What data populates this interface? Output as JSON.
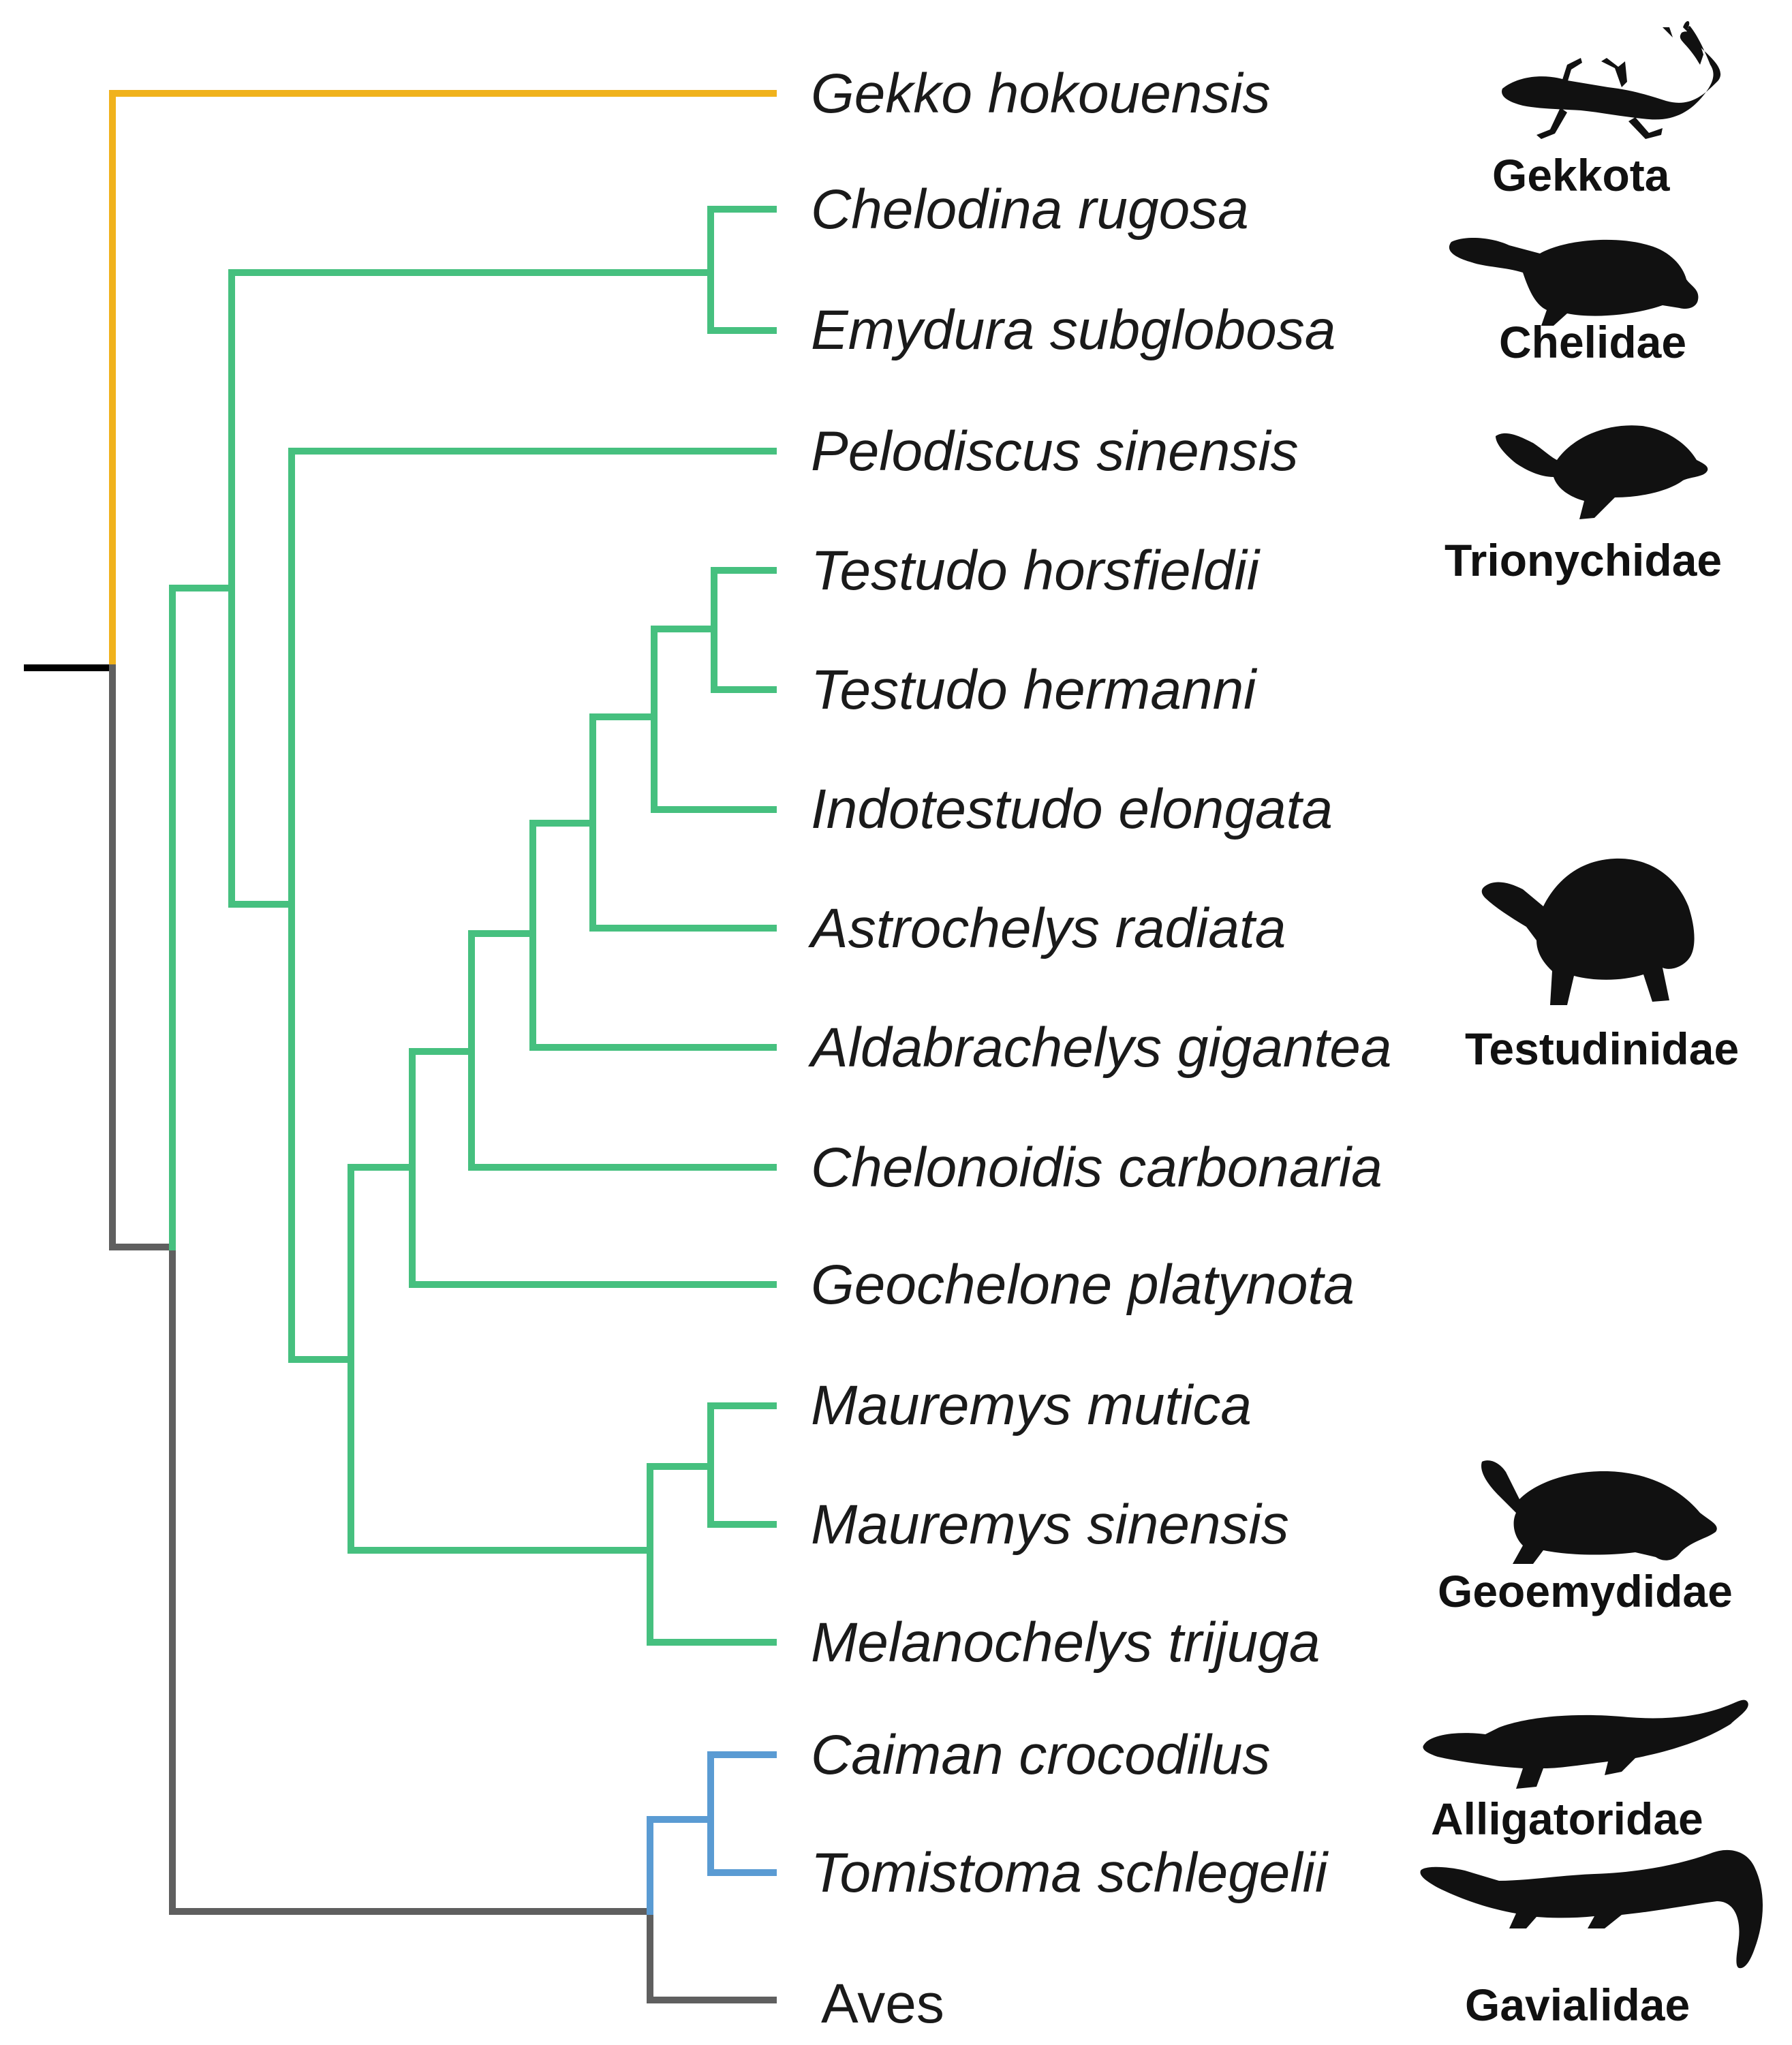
{
  "colors": {
    "gekkota": "#f0b21c",
    "testudines": "#46c07f",
    "crocodylia": "#5a9bd3",
    "archosaur": "#5f5f5f",
    "root": "#000000"
  },
  "taxa": [
    {
      "name": "Gekko hokouensis"
    },
    {
      "name": "Chelodina rugosa"
    },
    {
      "name": "Emydura subglobosa"
    },
    {
      "name": "Pelodiscus sinensis"
    },
    {
      "name": "Testudo horsfieldii"
    },
    {
      "name": "Testudo hermanni"
    },
    {
      "name": "Indotestudo elongata"
    },
    {
      "name": "Astrochelys radiata"
    },
    {
      "name": "Aldabrachelys gigantea"
    },
    {
      "name": "Chelonoidis carbonaria"
    },
    {
      "name": "Geochelone platynota"
    },
    {
      "name": "Mauremys mutica"
    },
    {
      "name": "Mauremys sinensis"
    },
    {
      "name": "Melanochelys trijuga"
    },
    {
      "name": "Caiman crocodilus"
    },
    {
      "name": "Tomistoma schlegelii"
    },
    {
      "name": "Aves"
    }
  ],
  "families": [
    {
      "label": "Gekkota",
      "icon": "gecko-icon"
    },
    {
      "label": "Chelidae",
      "icon": "side-necked-turtle-icon"
    },
    {
      "label": "Trionychidae",
      "icon": "softshell-turtle-icon"
    },
    {
      "label": "Testudinidae",
      "icon": "tortoise-icon"
    },
    {
      "label": "Geoemydidae",
      "icon": "pond-turtle-icon"
    },
    {
      "label": "Alligatoridae",
      "icon": "caiman-icon"
    },
    {
      "label": "Gavialidae",
      "icon": "gharial-icon"
    }
  ]
}
